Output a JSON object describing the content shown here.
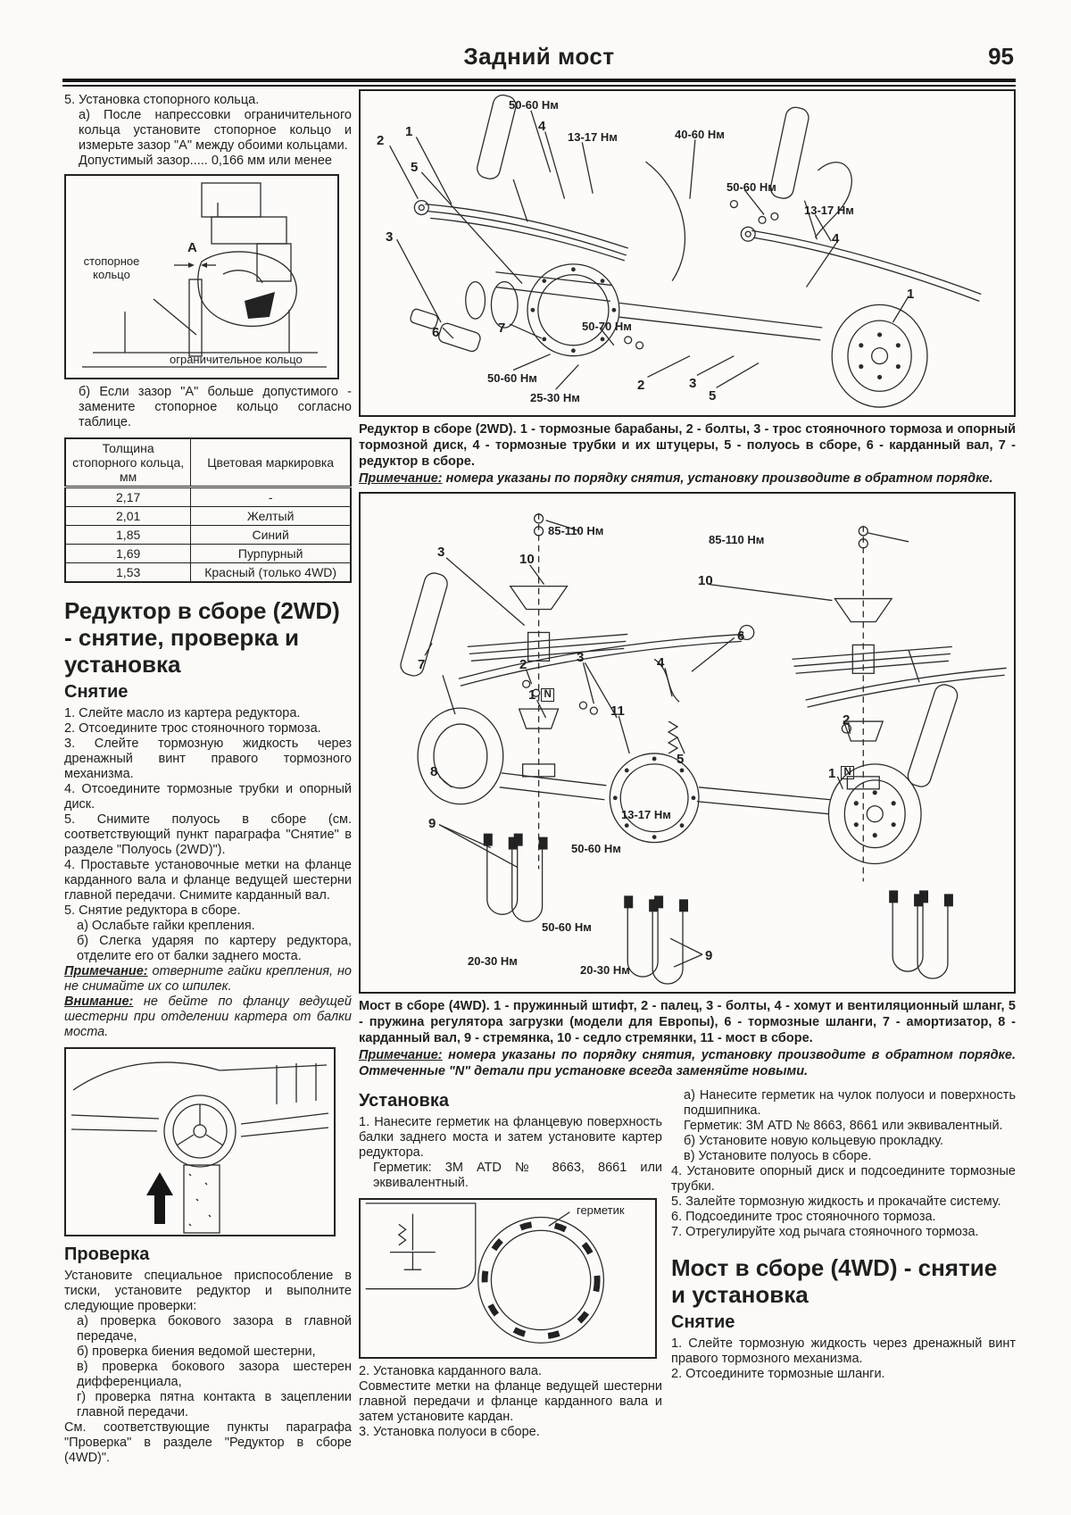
{
  "header": {
    "title": "Задний мост",
    "page": "95"
  },
  "left": {
    "step5": "5. Установка стопорного кольца.",
    "step5a": "а) После напрессовки ограничительного кольца установите стопорное кольцо и измерьте зазор \"А\" между обоими кольцами.",
    "step5a_gap": "Допустимый зазор..... 0,166 мм или менее",
    "fig_snap": {
      "label_a": "A",
      "label_ring": "стопорное кольцо",
      "label_limit": "ограничительное кольцо"
    },
    "step5b": "б) Если зазор \"А\" больше допустимого - замените стопорное кольцо согласно таблице.",
    "table": {
      "col1": "Толщина стопорного кольца, мм",
      "col2": "Цветовая маркировка",
      "rows": [
        [
          "2,17",
          "-"
        ],
        [
          "2,01",
          "Желтый"
        ],
        [
          "1,85",
          "Синий"
        ],
        [
          "1,69",
          "Пурпурный"
        ],
        [
          "1,53",
          "Красный (только 4WD)"
        ]
      ]
    },
    "h1": "Редуктор в сборе (2WD) - снятие, проверка и установка",
    "h2_removal": "Снятие",
    "removal": [
      "1. Слейте масло из картера редуктора.",
      "2. Отсоедините трос стояночного тормоза.",
      "3. Слейте тормозную жидкость через дренажный винт правого тормозного механизма.",
      "4. Отсоедините тормозные трубки и опорный диск.",
      "5. Снимите полуось в сборе (см. соответствующий пункт параграфа \"Снятие\" в разделе \"Полуось (2WD)\").",
      "4. Проставьте установочные метки на фланце карданного вала и фланце ведущей шестерни главной передачи. Снимите карданный вал.",
      "5. Снятие редуктора в сборе."
    ],
    "removal_sub": [
      "а) Ослабьте гайки крепления.",
      "б) Слегка ударяя по картеру редуктора, отделите его от балки заднего моста."
    ],
    "note_label": "Примечание:",
    "note_text": " отверните гайки крепления, но не снимайте их со шпилек.",
    "warn_label": "Внимание:",
    "warn_text": " не бейте по фланцу ведущей шестерни при отделении картера от балки моста.",
    "h2_check": "Проверка",
    "check_intro": "Установите специальное приспособление в тиски, установите редуктор и выполните следующие проверки:",
    "check": [
      "а) проверка бокового зазора в главной передаче,",
      "б) проверка биения ведомой шестерни,",
      "в) проверка бокового зазора шестерен дифференциала,",
      "г) проверка пятна контакта в зацеплении главной передачи."
    ],
    "check_outro": "См. соответствующие пункты параграфа \"Проверка\" в разделе \"Редуктор в сборе (4WD)\"."
  },
  "fig2wd": {
    "torques": [
      "50-60 Нм",
      "13-17 Нм",
      "40-60 Нм",
      "50-60 Нм",
      "13-17 Нм",
      "50-70 Нм",
      "50-60 Нм",
      "25-30 Нм"
    ],
    "callouts": [
      "2",
      "1",
      "5",
      "3",
      "6",
      "7",
      "4",
      "4",
      "2",
      "3",
      "5",
      "1"
    ],
    "caption": "Редуктор в сборе (2WD). 1 - тормозные барабаны, 2 - болты, 3 - трос стояночного тормоза и опорный тормозной диск, 4 - тормозные трубки и их штуцеры, 5 - полуось в сборе, 6 - карданный вал, 7 - редуктор в сборе.",
    "note_label": "Примечание:",
    "note_text": " номера указаны по порядку снятия, установку производите в обратном порядке."
  },
  "fig4wd": {
    "torques": [
      "85-110 Нм",
      "85-110 Нм",
      "13-17 Нм",
      "50-60 Нм",
      "50-60 Нм",
      "20-30 Нм",
      "20-30 Нм"
    ],
    "callouts": [
      "3",
      "10",
      "10",
      "7",
      "2",
      "3",
      "1",
      "N",
      "11",
      "4",
      "5",
      "8",
      "2",
      "1",
      "N",
      "9",
      "9",
      "6"
    ],
    "caption": "Мост в сборе (4WD). 1 - пружинный штифт, 2 - палец, 3 - болты, 4 - хомут и вентиляционный шланг, 5 - пружина регулятора загрузки (модели для Европы), 6 - тормозные шланги, 7 - амортизатор, 8 - карданный вал, 9 - стремянка, 10 - седло стремянки, 11 - мост в сборе.",
    "note_label": "Примечание:",
    "note_text": " номера указаны по порядку снятия, установку производите в обратном порядке. Отмеченные \"N\" детали при установке всегда заменяйте новыми."
  },
  "install": {
    "h2": "Установка",
    "p1": "1. Нанесите герметик на фланцевую поверхность балки заднего моста и затем установите картер редуктора.",
    "spec": "Герметик: 3М ATD № 8663, 8661 или эквивалентный.",
    "fig_label": "герметик",
    "p2": "2. Установка карданного вала.",
    "p3": "Совместите метки на фланце ведущей шестерни главной передачи и фланце карданного вала и затем установите кардан.",
    "p4": "3. Установка полуоси в сборе."
  },
  "install_right": {
    "items": [
      "а) Нанесите герметик на чулок полуоси и поверхность подшипника.",
      "Герметик: 3М ATD № 8663, 8661 или эквивалентный.",
      "б) Установите новую кольцевую прокладку.",
      "в) Установите полуось в сборе.",
      "4. Установите опорный диск и подсоедините тормозные трубки.",
      "5. Залейте тормозную жидкость и прокачайте систему.",
      "6. Подсоедините трос стояночного тормоза.",
      "7. Отрегулируйте ход рычага стояночного тормоза."
    ]
  },
  "axle4wd": {
    "h1": "Мост в сборе (4WD) - снятие и установка",
    "h2": "Снятие",
    "items": [
      "1. Слейте тормозную жидкость через дренажный винт правого тормозного механизма.",
      "2. Отсоедините тормозные шланги."
    ]
  }
}
